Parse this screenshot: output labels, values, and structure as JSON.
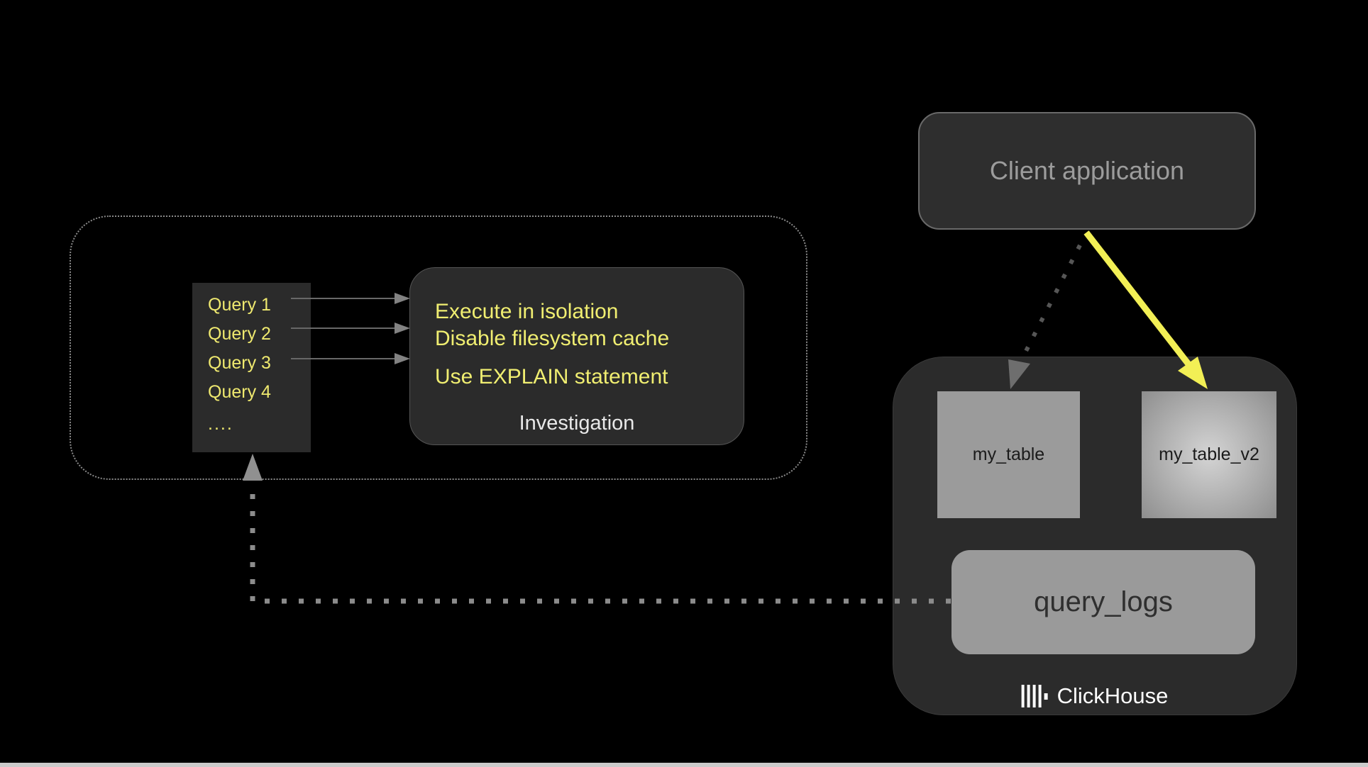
{
  "client_application": {
    "label": "Client application"
  },
  "investigation_cluster": {
    "query_list": {
      "items": [
        "Query 1",
        "Query 2",
        "Query 3",
        "Query 4",
        "...."
      ]
    },
    "investigation_box": {
      "bullets": [
        "Execute in isolation",
        "Disable filesystem cache",
        "Use EXPLAIN statement"
      ],
      "caption": "Investigation"
    }
  },
  "clickhouse": {
    "tables": [
      {
        "name": "my_table",
        "highlighted": false
      },
      {
        "name": "my_table_v2",
        "highlighted": true
      }
    ],
    "query_logs_label": "query_logs",
    "brand": "ClickHouse"
  },
  "colors": {
    "background": "#000000",
    "panel_dark": "#2b2b2b",
    "accent_yellow_text": "#f0ee71",
    "accent_yellow_arrow": "#f2ef55",
    "gray_box": "#9a9a9a",
    "muted_text": "#9c9c9c",
    "connector_gray": "#6e6e6e",
    "dotted_gray": "#8c8c8c",
    "bottom_strip": "#cbcbcb"
  }
}
